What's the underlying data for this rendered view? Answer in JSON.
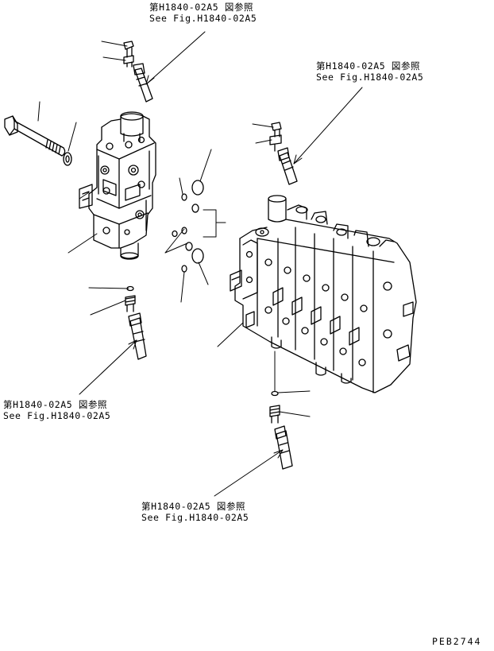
{
  "references": [
    {
      "jp": "第H1840-02A5 図参照",
      "en": "See Fig.H1840-02A5"
    },
    {
      "jp": "第H1840-02A5 図参照",
      "en": "See Fig.H1840-02A5"
    },
    {
      "jp": "第H1840-02A5 図参照",
      "en": "See Fig.H1840-02A5"
    },
    {
      "jp": "第H1840-02A5 図参照",
      "en": "See Fig.H1840-02A5"
    }
  ],
  "drawing_code": "PEB2744",
  "colors": {
    "line": "#000000",
    "background": "#ffffff"
  }
}
